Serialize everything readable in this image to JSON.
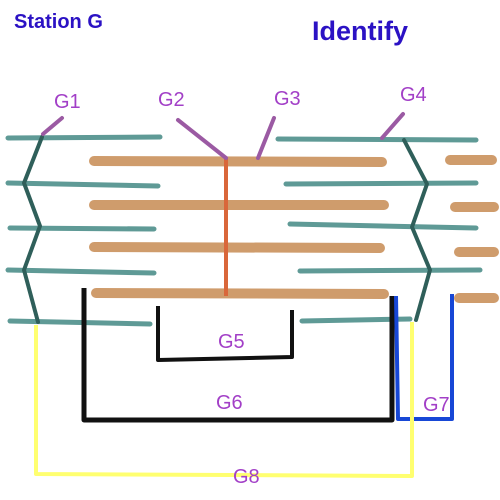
{
  "header": {
    "station": "Station G",
    "action": "Identify"
  },
  "labels": {
    "g1": "G1",
    "g2": "G2",
    "g3": "G3",
    "g4": "G4",
    "g5": "G5",
    "g6": "G6",
    "g7": "G7",
    "g8": "G8"
  },
  "colors": {
    "header_text": "#2b12c4",
    "label_text": "#a23fc7",
    "thin_filament": "#5f9a96",
    "thick_filament": "#cf9c6c",
    "z_line": "#2f5f5a",
    "m_line": "#d9673a",
    "pointer": "#9b5aa3",
    "bracket_black": "#111111",
    "bracket_blue": "#1747d6",
    "bracket_yellow": "#ffff70"
  }
}
